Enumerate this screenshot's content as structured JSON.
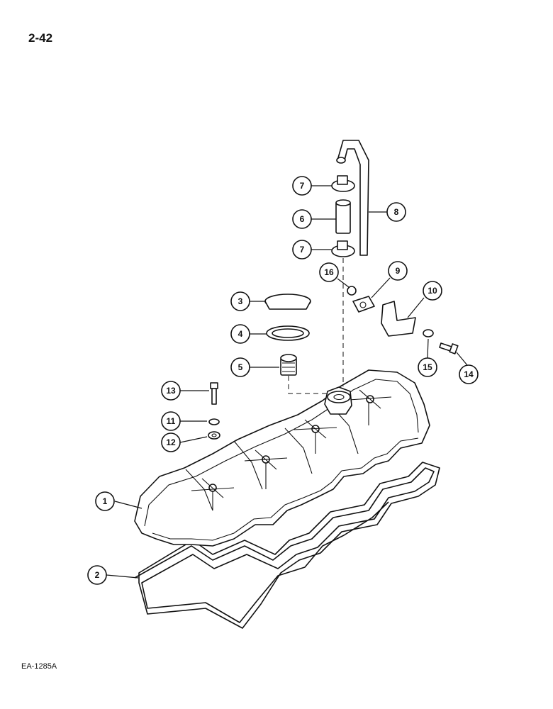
{
  "page_number": "2-42",
  "figure_code": "EA-1285A",
  "callouts": [
    {
      "id": "1",
      "part": "valve-cover"
    },
    {
      "id": "2",
      "part": "cover-gasket"
    },
    {
      "id": "3",
      "part": "filler-cap"
    },
    {
      "id": "4",
      "part": "cap-seal"
    },
    {
      "id": "5",
      "part": "filler-neck"
    },
    {
      "id": "6",
      "part": "breather-hose"
    },
    {
      "id": "7",
      "part": "hose-clamp"
    },
    {
      "id": "7",
      "part": "hose-clamp"
    },
    {
      "id": "8",
      "part": "breather-tube"
    },
    {
      "id": "9",
      "part": "tube-clip"
    },
    {
      "id": "10",
      "part": "support-bracket"
    },
    {
      "id": "11",
      "part": "washer"
    },
    {
      "id": "12",
      "part": "sealing-washer"
    },
    {
      "id": "13",
      "part": "cover-bolt"
    },
    {
      "id": "14",
      "part": "bracket-bolt"
    },
    {
      "id": "15",
      "part": "bracket-washer"
    },
    {
      "id": "16",
      "part": "clip-nut"
    }
  ]
}
